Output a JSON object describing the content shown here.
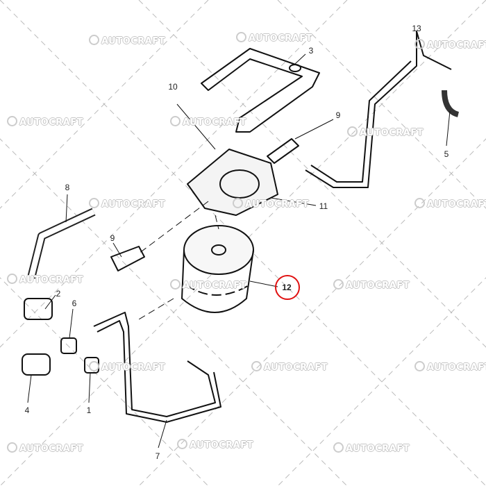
{
  "watermark": "AUTOCRAFT",
  "highlight_color": "#e01010",
  "labels": {
    "p13": "13",
    "p3": "3",
    "p10": "10",
    "p9a": "9",
    "p5": "5",
    "p11": "11",
    "p8": "8",
    "p9b": "9",
    "p2": "2",
    "p6": "6",
    "p12": "12",
    "p4": "4",
    "p1": "1",
    "p7": "7"
  },
  "highlighted_part": "12"
}
